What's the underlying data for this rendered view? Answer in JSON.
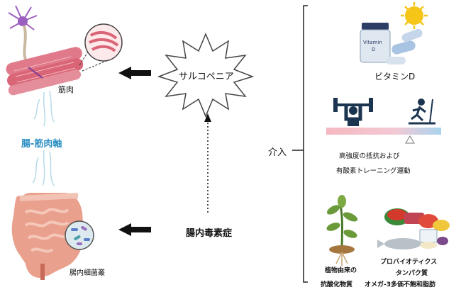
{
  "left": {
    "muscle_label": "筋肉",
    "axis_label": "腸-筋肉軸",
    "gut_label": "腸内細菌叢"
  },
  "center": {
    "sarcopenia": "サルコペニア",
    "gut_toxemia": "腸内毒素症"
  },
  "intervention": {
    "label": "介入",
    "vitamin_d": "ビタミンD",
    "pill_bottle_text": [
      "Vitamin",
      "D"
    ],
    "exercise_line1": "高強度の抵抗および",
    "exercise_line2": "有酸素トレーニング運動",
    "plant_line1": "植物由来の",
    "plant_line2": "抗酸化物質",
    "nutrition_line1": "プロバイオティクス",
    "nutrition_line2": "タンパク質",
    "nutrition_line3": "オメガ-3多価不飽和脂肪"
  },
  "colors": {
    "axis_blue": "#2b8fc4",
    "arrow": "#111111",
    "muscle": "#e07a8a",
    "gut": "#e9a08c"
  }
}
